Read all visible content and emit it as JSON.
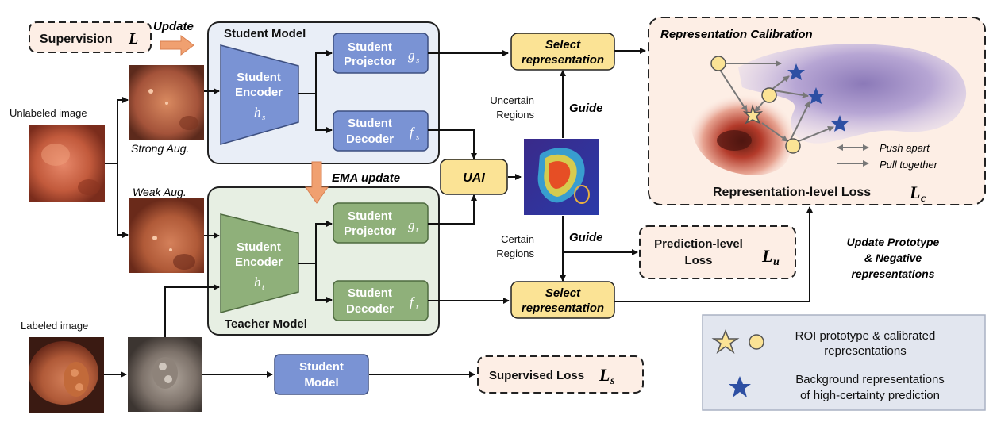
{
  "supervision": {
    "label": "Supervision",
    "symbol": "L",
    "update": "Update"
  },
  "student_model": {
    "title": "Student Model",
    "encoder": [
      "Student",
      "Encoder"
    ],
    "encoder_sym": "h",
    "encoder_sub": "s",
    "projector": [
      "Student",
      "Projector"
    ],
    "projector_sym": "g",
    "projector_sub": "s",
    "decoder": [
      "Student",
      "Decoder"
    ],
    "decoder_sym": "f",
    "decoder_sub": "s"
  },
  "teacher_model": {
    "title": "Teacher Model",
    "encoder": [
      "Student",
      "Encoder"
    ],
    "encoder_sym": "h",
    "encoder_sub": "t",
    "projector": [
      "Student",
      "Projector"
    ],
    "projector_sym": "g",
    "projector_sub": "t",
    "decoder": [
      "Student",
      "Decoder"
    ],
    "decoder_sym": "f",
    "decoder_sub": "t"
  },
  "images": {
    "unlabeled": "Unlabeled image",
    "labeled": "Labeled image",
    "strong": "Strong Aug.",
    "weak": "Weak Aug."
  },
  "ema": "EMA update",
  "uai": "UAI",
  "select": [
    "Select",
    "representation"
  ],
  "uncertain": [
    "Uncertain",
    "Regions"
  ],
  "certain": [
    "Certain",
    "Regions"
  ],
  "guide": "Guide",
  "calibration": {
    "title": "Representation Calibration",
    "loss_label": "Representation-level Loss",
    "loss_sym": "L",
    "loss_sub": "c",
    "push": "Push apart",
    "pull": "Pull together"
  },
  "prediction_loss": {
    "lines": [
      "Prediction-level",
      "Loss"
    ],
    "sym": "L",
    "sub": "u"
  },
  "update_proto": [
    "Update Prototype",
    "& Negative",
    "representations"
  ],
  "student_model_box": [
    "Student",
    "Model"
  ],
  "supervised_loss": {
    "label": "Supervised Loss",
    "sym": "L",
    "sub": "s"
  },
  "legend": {
    "roi": [
      "ROI prototype & calibrated",
      "representations"
    ],
    "bg": [
      "Background representations",
      "of high-certainty prediction"
    ]
  },
  "colors": {
    "blue_box": "#7a93d4",
    "green_box": "#8fb07a",
    "yellow_box": "#fbe395",
    "pink_box": "#fdeee5",
    "student_bg": "#e9eef7",
    "teacher_bg": "#e7efe3",
    "star_blue": "#2d4fa3"
  }
}
